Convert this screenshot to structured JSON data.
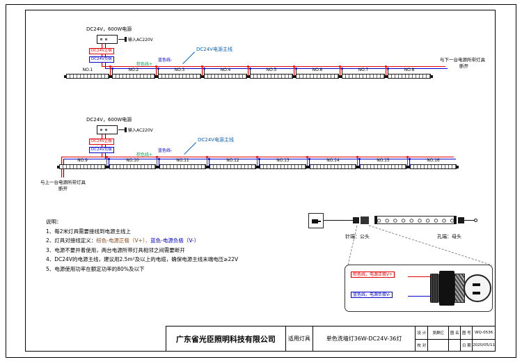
{
  "colors": {
    "positive": "#e60000",
    "negative": "#0000cc",
    "green_label": "#00a650",
    "brown_text": "#8a4b1f",
    "mainline_text": "#0066cc"
  },
  "rows": [
    {
      "psu_label": "DC24V，600W电源",
      "input_label": "输入AC220V",
      "pos_label": "DC24V正极",
      "neg_label": "DC24V负极",
      "brown_wire_label": "棕色线+",
      "blue_wire_label": "蓝色线-",
      "mainline_label": "DC24V电源主线",
      "fixtures": [
        "NO.1",
        "NO.2",
        "NO.3",
        "NO.4",
        "NO.5",
        "NO.6",
        "NO.7",
        "NO.8"
      ],
      "note_line1": "与下一台电源所带灯具",
      "note_line2": "断开"
    },
    {
      "psu_label": "DC24V，600W电源",
      "input_label": "输入AC220V",
      "pos_label": "DC24V正极",
      "neg_label": "DC24V负极",
      "brown_wire_label": "棕色线+",
      "blue_wire_label": "蓝色线-",
      "mainline_label": "DC24V电源主线",
      "fixtures": [
        "NO.9",
        "NO.10",
        "NO.11",
        "NO.12",
        "NO.13",
        "NO.14",
        "NO.15",
        "NO.16"
      ],
      "note_line1": "与上一台电源所带灯具",
      "note_line2": "断开"
    }
  ],
  "notes": {
    "heading": "说明：",
    "items": [
      "1、每2米灯具需要接线到电源主线上",
      "2、灯具对接线定义：",
      "3、电源不要并着使用，两台电源所带灯具相邻之间需要断开",
      "4、DC24V的电源主线，建议用2.5m²及以上的电缆，确保电源主线末端电压≥22V",
      "5、电源使用功率在额定功率的80%及以下"
    ],
    "note2_brown": "棕色-电源正极（V+）、",
    "note2_blue": "蓝色-电源负极（V-）"
  },
  "detail": {
    "pin_end_label": "针端：公头",
    "hole_end_label": "孔端：母头",
    "zoom_brown_label": "棕色线，电源正极V+",
    "zoom_blue_label": "蓝色线，电源负极V-"
  },
  "title_block": {
    "company": "广东省光臣照明科技有限公司",
    "applicable_label": "适用灯具",
    "product": "单色洗墙灯36W-DC24V-36灯",
    "design_label": "设 计",
    "designer": "吴群亿",
    "drawing_name_label": "图 名",
    "drawing_no_label": "图 号",
    "drawing_no": "WQ-0536",
    "check_label": "校 对",
    "date_label": "日 期",
    "date": "2020/05/11"
  }
}
